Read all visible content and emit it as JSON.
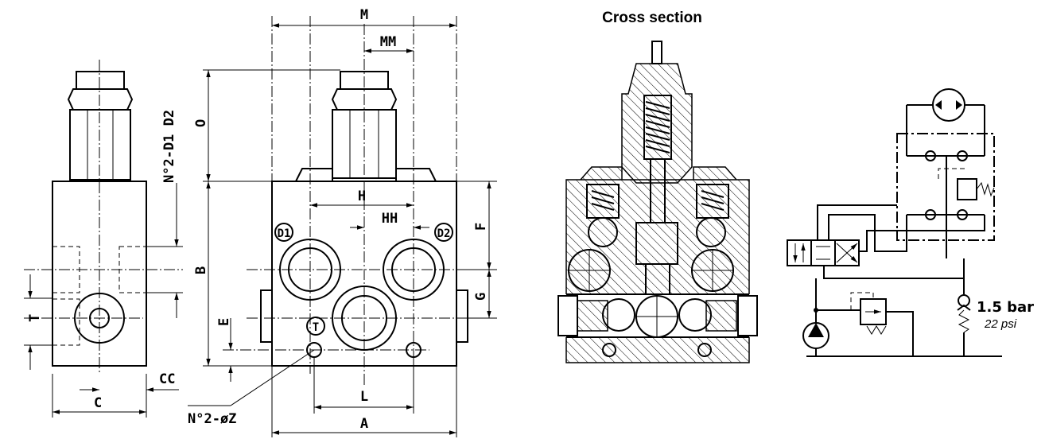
{
  "title": "Cross section",
  "dimensions": {
    "M": "M",
    "MM": "MM",
    "O": "O",
    "H": "H",
    "HH": "HH",
    "F": "F",
    "G": "G",
    "B": "B",
    "E": "E",
    "L": "L",
    "A": "A",
    "C": "C",
    "CC": "CC",
    "T": "T",
    "ports_d": "N°2-D1 D2",
    "holes_z": "N°2-øZ"
  },
  "ports": {
    "d1": "D1",
    "d2": "D2",
    "t": "T"
  },
  "pressure": {
    "bar": "1.5 bar",
    "psi": "22 psi"
  }
}
